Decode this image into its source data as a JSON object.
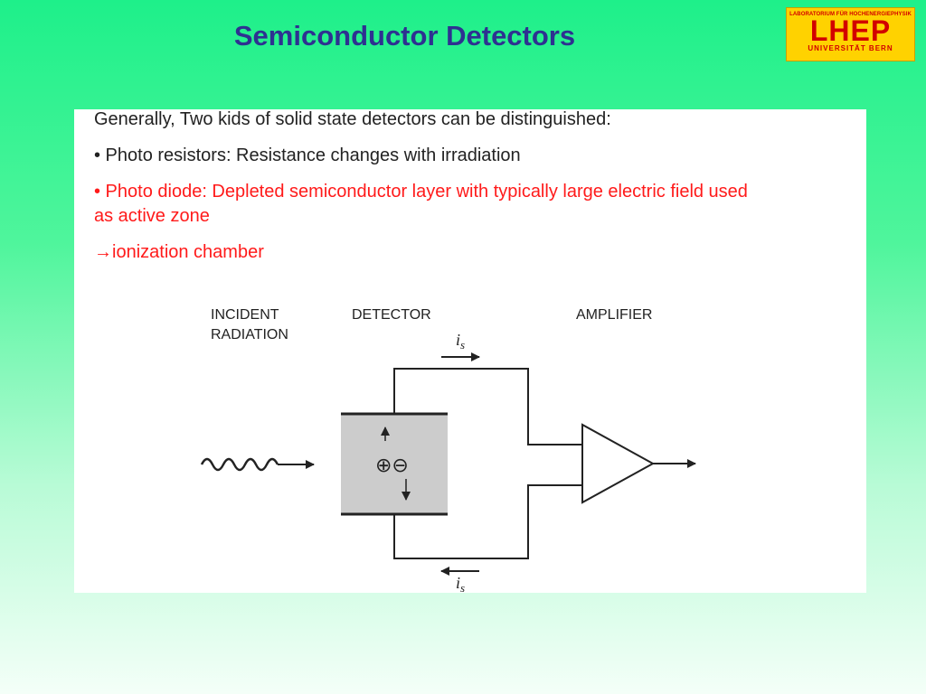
{
  "title": "Semiconductor Detectors",
  "logo": {
    "top_text": "LABORATORIUM FÜR HOCHENERGIEPHYSIK",
    "main_text": "LHEP",
    "bottom_text": "UNIVERSITÄT BERN",
    "colors": {
      "background": "#ffd200",
      "text": "#d20000"
    }
  },
  "body": {
    "intro": "Generally, Two kids of solid state detectors can be distinguished:",
    "bullet1": "• Photo resistors: Resistance changes with irradiation",
    "bullet2_line1": "• Photo diode: Depleted semiconductor layer with typically large electric field used",
    "bullet2_line2": "as active zone",
    "arrow_glyph": "→",
    "result": "ionization chamber"
  },
  "diagram": {
    "incident_line1": "INCIDENT",
    "incident_line2": "RADIATION",
    "detector": "DETECTOR",
    "amplifier": "AMPLIFIER",
    "current_symbol": "i",
    "current_subscript": "s",
    "charges": "⊕⊖"
  },
  "colors": {
    "title": "#2e3191",
    "highlight": "#ff1a1a",
    "detector_fill": "#cccccc"
  }
}
